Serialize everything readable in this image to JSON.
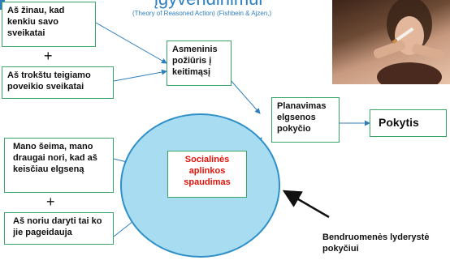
{
  "title": "įgyvendinimui",
  "subtitle": "(Theory of Reasoned Action) (Fishbein & Ajzen,)",
  "boxes": {
    "know_harm": "Aš žinau, kad kenkiu savo sveikatai",
    "want_effect": "Aš trokštu teigiamo poveikio sveikatai",
    "attitude": "Asmeninis požiūris į keitimąsį",
    "planning": "Planavimas elgsenos pokyčio",
    "change": "Pokytis",
    "family": "Mano šeima, mano draugai nori, kad aš keisčiau elgseną",
    "do_what_they_want": "Aš noriu daryti tai ko jie pageidauja",
    "social_pressure": "Socialinės aplinkos spaudimas"
  },
  "plus_sign": "+",
  "leadership_label": "Bendruomenės lyderystė pokyčiui",
  "colors": {
    "accent_blue": "#2f7fbf",
    "box_border": "#3aa36a",
    "ellipse_fill": "#a8dcf0",
    "red_text": "#e3120b"
  }
}
